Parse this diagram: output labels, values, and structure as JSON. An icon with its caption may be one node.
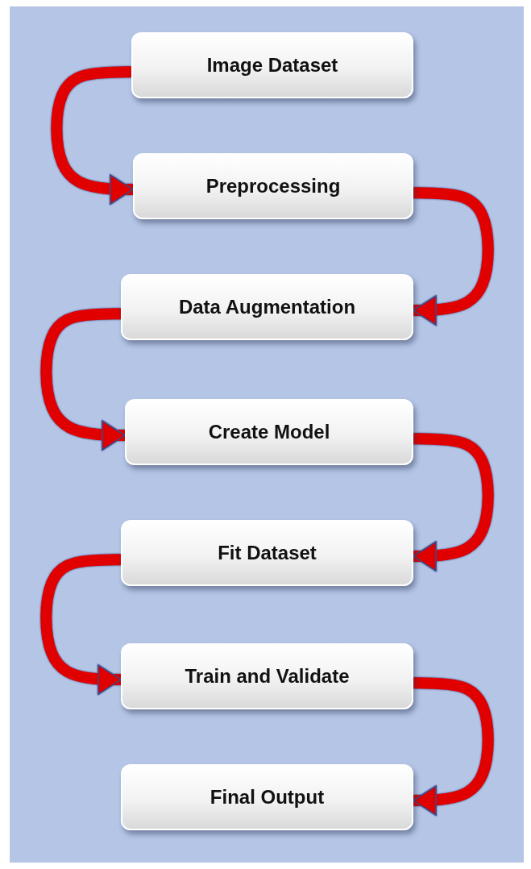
{
  "diagram": {
    "nodes": [
      {
        "text": [
          "Image Dataset"
        ]
      },
      {
        "text": [
          "Preprocessing"
        ]
      },
      {
        "text": [
          "Data Augmentation"
        ]
      },
      {
        "text": [
          "Create Model"
        ]
      },
      {
        "text": [
          "Fit Dataset"
        ]
      },
      {
        "text": [
          "Train and Validate"
        ]
      },
      {
        "text": [
          "Final Output"
        ]
      }
    ],
    "edges": [
      {
        "from": 0,
        "to": 1,
        "arrow": "to"
      },
      {
        "from": 1,
        "to": 2,
        "arrow": "to"
      },
      {
        "from": 2,
        "to": 3,
        "arrow": "to"
      },
      {
        "from": 3,
        "to": 4,
        "arrow": "to"
      },
      {
        "from": 4,
        "to": 5,
        "arrow": "to"
      },
      {
        "from": 5,
        "to": 6,
        "arrow": "to"
      }
    ]
  }
}
